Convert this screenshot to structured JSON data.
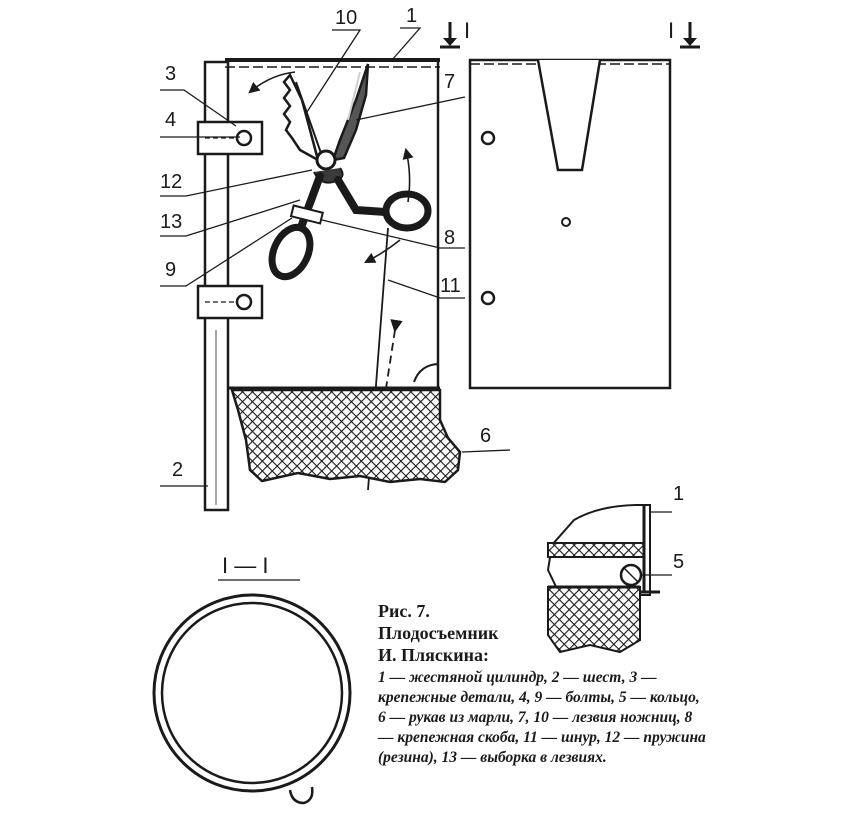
{
  "figure": {
    "callouts": {
      "n1": "1",
      "n2": "2",
      "n3": "3",
      "n4": "4",
      "n5": "5",
      "n6": "6",
      "n7": "7",
      "n8": "8",
      "n9": "9",
      "n10": "10",
      "n11": "11",
      "n12": "12",
      "n13": "13",
      "n1b": "1",
      "n5b": "5"
    },
    "section_marks": {
      "left": "I",
      "right": "I",
      "title": "I — I"
    },
    "caption": {
      "line1": "Рис. 7.",
      "line2": "Плодосъемник",
      "line3": "И. Пляскина:",
      "legend": "1 — жестяной цилиндр, 2 — шест, 3 — крепежные детали, 4, 9 — болты, 5 — кольцо, 6 — рукав из марли, 7, 10 — лезвия ножниц, 8 — крепежная скоба, 11 — шнур, 12 — пружина (резина), 13 — выборка в лезвиях."
    }
  }
}
